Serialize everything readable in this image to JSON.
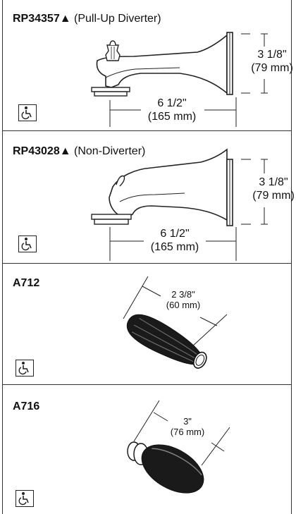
{
  "sections": [
    {
      "model": "RP34357",
      "marker": "▲",
      "desc": "(Pull-Up Diverter)",
      "dim_height": "3 1/8\"",
      "dim_height_mm": "(79 mm)",
      "dim_length": "6 1/2\"",
      "dim_length_mm": "(165 mm)"
    },
    {
      "model": "RP43028",
      "marker": "▲",
      "desc": "(Non-Diverter)",
      "dim_height": "3 1/8\"",
      "dim_height_mm": "(79 mm)",
      "dim_length": "6 1/2\"",
      "dim_length_mm": "(165 mm)"
    },
    {
      "model": "A712",
      "dim_length": "2 3/8\"",
      "dim_length_mm": "(60 mm)"
    },
    {
      "model": "A716",
      "dim_length": "3\"",
      "dim_length_mm": "(76 mm)"
    }
  ],
  "icons": {
    "accessibility": "wheelchair-accessibility-icon"
  },
  "colors": {
    "line": "#222222",
    "fill": "#1a1a1a"
  }
}
